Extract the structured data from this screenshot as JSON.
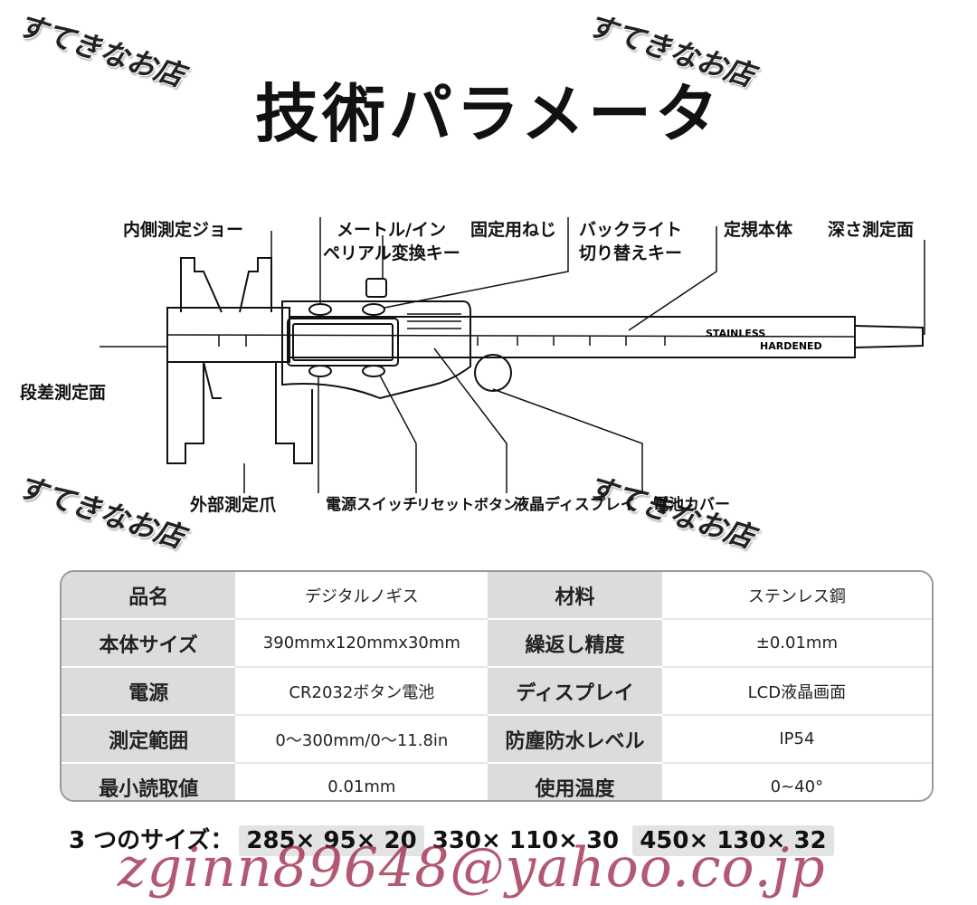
{
  "watermark": "すてきなお店",
  "title": "技術パラメータ",
  "diagram": {
    "labels": {
      "inner_jaw": "内側測定ジョー",
      "unit_key_line1": "メートル/イン",
      "unit_key_line2": "ペリアル変換キー",
      "lock_screw": "固定用ねじ",
      "backlight_line1": "バックライト",
      "backlight_line2": "切り替えキー",
      "main_scale": "定規本体",
      "depth_face": "深さ測定面",
      "step_face": "段差測定面",
      "outer_jaw": "外部測定爪",
      "power_switch": "電源スイッチ",
      "reset_button": "リセットボタン",
      "lcd": "液晶ディスプレイ",
      "battery_cover": "電池カバー"
    },
    "engraving_line1": "STAINLESS",
    "engraving_line2": "HARDENED"
  },
  "specs": [
    {
      "k1": "品名",
      "v1": "デジタルノギス",
      "k2": "材料",
      "v2": "ステンレス鋼"
    },
    {
      "k1": "本体サイズ",
      "v1": "390mmx120mmx30mm",
      "k2": "繰返し精度",
      "v2": "±0.01mm"
    },
    {
      "k1": "電源",
      "v1": "CR2032ボタン電池",
      "k2": "ディスプレイ",
      "v2": "LCD液晶画面"
    },
    {
      "k1": "測定範囲",
      "v1": "0～300mm/0～11.8in",
      "k2": "防塵防水レベル",
      "v2": "IP54"
    },
    {
      "k1": "最小読取値",
      "v1": "0.01mm",
      "k2": "使用温度",
      "v2": "0~40°"
    }
  ],
  "sizes": {
    "label": "3 つのサイズ：",
    "items": [
      "285× 95× 20",
      "330× 110× 30",
      "450× 130× 32"
    ]
  },
  "contact_email": "zginn89648@yahoo.co.jp"
}
